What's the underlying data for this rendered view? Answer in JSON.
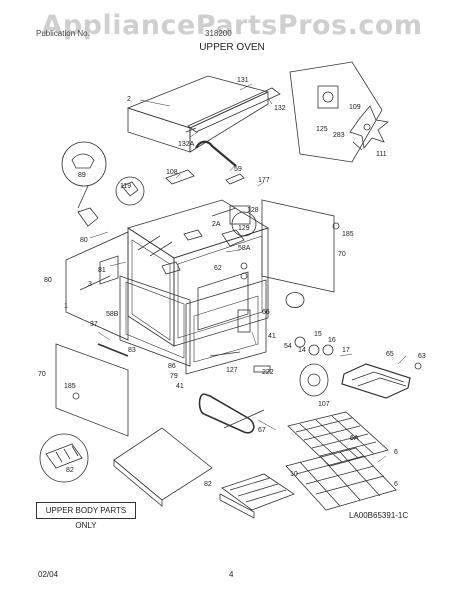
{
  "header": {
    "watermark": "AppliancePartsPros.com",
    "publication_label": "Publication No.",
    "publication_number": "318200",
    "section_title": "UPPER OVEN"
  },
  "callouts": {
    "p131": "131",
    "p2": "2",
    "p132": "132",
    "p132A": "132A",
    "p109": "109",
    "p125": "125",
    "p283": "283",
    "p111": "111",
    "p89": "89",
    "p59": "59",
    "p108": "108",
    "p177": "177",
    "p119": "119",
    "p128": "128",
    "p129": "129",
    "p2A": "2A",
    "p185a": "185",
    "p58A": "58A",
    "p80a": "80",
    "p80b": "80",
    "p3": "3",
    "p81": "81",
    "p62": "62",
    "p70a": "70",
    "p1": "1",
    "p58B": "58B",
    "p37": "37",
    "p83": "83",
    "p66": "66",
    "p41a": "41",
    "p15": "15",
    "p16": "16",
    "p54": "54",
    "p14": "14",
    "p17": "17",
    "p65": "65",
    "p63": "63",
    "p70b": "70",
    "p185b": "185",
    "p86": "86",
    "p79": "79",
    "p41b": "41",
    "p127": "127",
    "p222": "222",
    "p107": "107",
    "p67": "67",
    "p6A": "6A",
    "p6a": "6",
    "p6b": "6",
    "p10": "10",
    "p82a": "82",
    "p82b": "82"
  },
  "footer": {
    "note": "UPPER BODY PARTS ONLY",
    "diagram_code": "LA00B65391-1C",
    "date": "02/04",
    "page": "4"
  }
}
